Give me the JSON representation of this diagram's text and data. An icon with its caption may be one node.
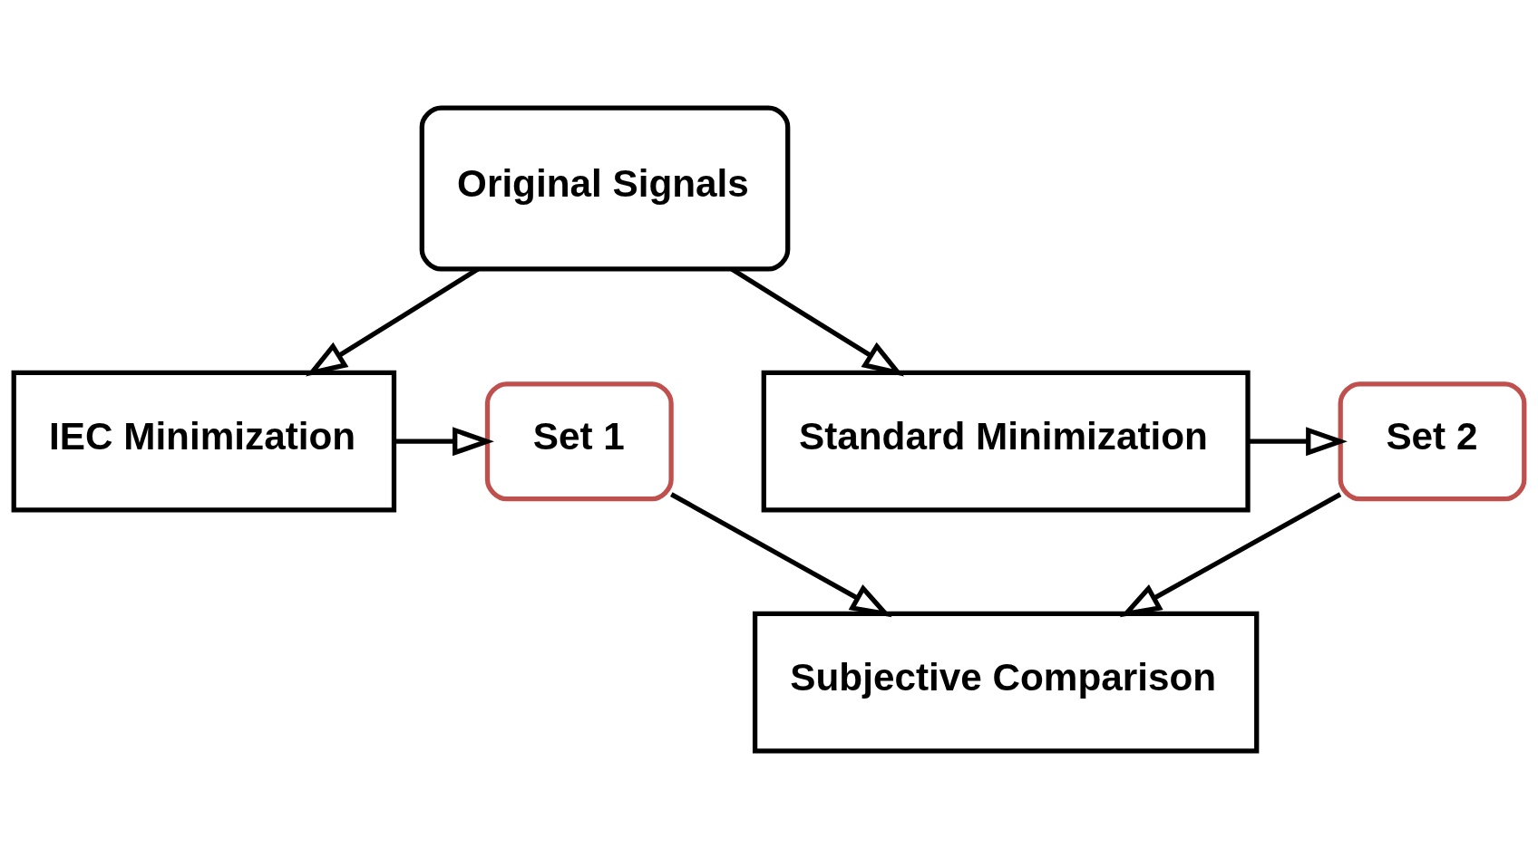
{
  "diagram": {
    "nodes": [
      {
        "text": [
          "Original Signals"
        ]
      },
      {
        "text": [
          "IEC Minimization"
        ]
      },
      {
        "text": [
          "Set 1"
        ]
      },
      {
        "text": [
          "Set 2"
        ]
      },
      {
        "text": [
          "Standard Minimization"
        ]
      },
      {
        "text": [
          "Subjective Comparison"
        ]
      }
    ],
    "edges": [
      {
        "from": 0,
        "to": 1,
        "arrow": "to"
      },
      {
        "from": 0,
        "to": 4,
        "arrow": "to"
      },
      {
        "from": 1,
        "to": 2,
        "arrow": "to"
      },
      {
        "from": 4,
        "to": 3,
        "arrow": "to"
      },
      {
        "from": 2,
        "to": 5,
        "arrow": "to"
      },
      {
        "from": 3,
        "to": 5,
        "arrow": "to"
      }
    ]
  }
}
